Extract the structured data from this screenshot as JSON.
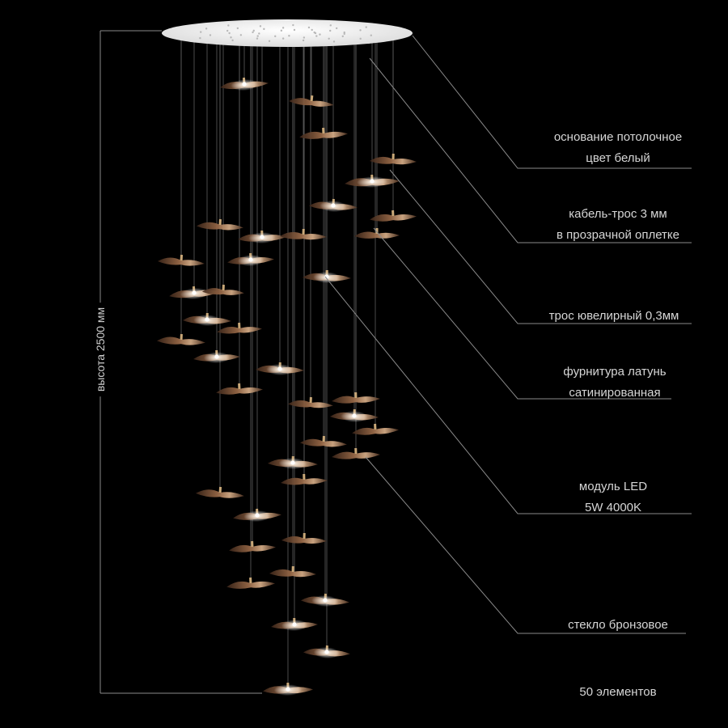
{
  "height_label": "высота 2500 мм",
  "callouts": [
    {
      "id": "ceiling-base",
      "lines": [
        "основание потолочное",
        "цвет белый"
      ]
    },
    {
      "id": "cable",
      "lines": [
        "кабель-трос 3 мм",
        "в прозрачной оплетке"
      ]
    },
    {
      "id": "wire",
      "lines": [
        "трос ювелирный 0,3мм"
      ]
    },
    {
      "id": "fittings",
      "lines": [
        "фурнитура латунь",
        "сатинированная"
      ]
    },
    {
      "id": "led-module",
      "lines": [
        "модуль LED",
        "5W 4000K"
      ]
    },
    {
      "id": "glass",
      "lines": [
        "стекло бронзовое"
      ]
    },
    {
      "id": "element-count",
      "lines": [
        "50 элементов"
      ]
    }
  ],
  "colors": {
    "background": "#000000",
    "ceiling_base": "#f2f2f2",
    "glass": "#8a5a3c",
    "glass_highlight": "#d9b08a",
    "led": "#ffffff",
    "cable": "#6a6a6a",
    "callout_line": "#7a7a7a",
    "text": "#d6d6d6"
  }
}
